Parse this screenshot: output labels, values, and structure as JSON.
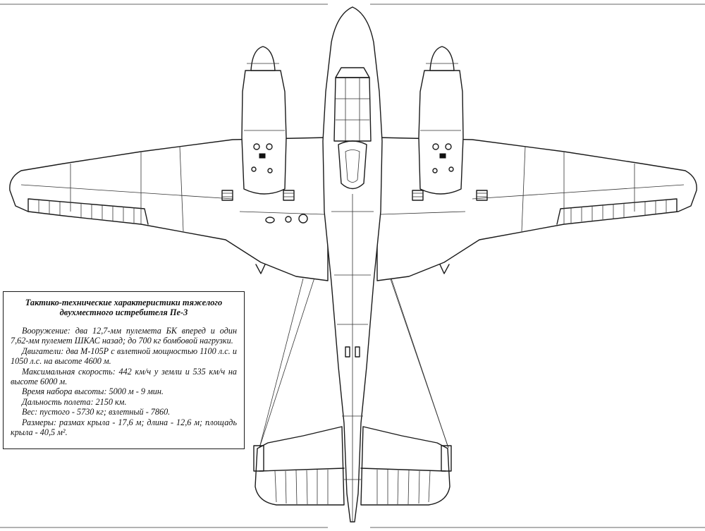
{
  "specs": {
    "title": "Тактико-технические характеристики тяжелого двухместного истребителя Пе-3",
    "items": [
      "Вооружение: два 12,7-мм пулемета БК вперед и один 7,62-мм пулемет ШКАС назад; до 700 кг бомбовой нагрузки.",
      "Двигатели: два М-105Р с взлетной мощностью 1100 л.с. и 1050 л.с. на высоте 4600 м.",
      "Максимальная скорость: 442 км/ч у земли и 535 км/ч на высоте 6000 м.",
      "Время набора высоты: 5000 м - 9 мин.",
      "Дальность полета: 2150 км.",
      "Вес: пустого - 5730 кг; взлетный - 7860.",
      "Размеры: размах крыла - 17,6 м; длина - 12,6 м; площадь крыла - 40,5 м²."
    ]
  },
  "colors": {
    "line": "#1a1a1a",
    "paper": "#ffffff"
  }
}
